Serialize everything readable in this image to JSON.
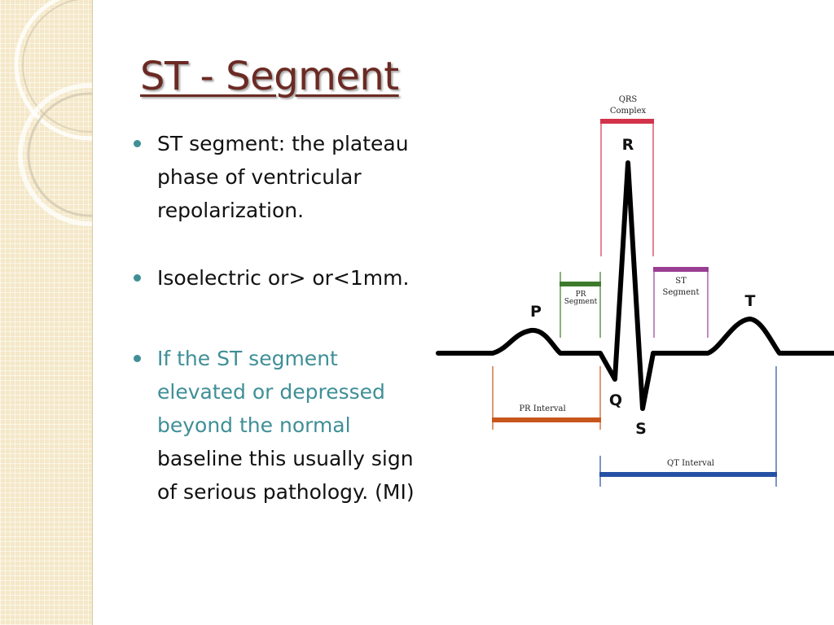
{
  "slide": {
    "title": "ST - Segment"
  },
  "bullets": [
    {
      "text": "ST segment: the plateau phase of ventricular repolarization."
    },
    {
      "text": "Isoelectric or> or<1mm."
    },
    {
      "highlight": "If the ST segment elevated or depressed beyond the normal",
      "rest": "baseline this usually sign of serious pathology. (MI)"
    }
  ],
  "ecg_diagram": {
    "wave_labels": {
      "p": "P",
      "q": "Q",
      "r": "R",
      "s": "S",
      "t": "T"
    },
    "qrs_complex": [
      "QRS",
      "Complex"
    ],
    "pr_segment": [
      "PR",
      "Segment"
    ],
    "st_segment": [
      "ST",
      "Segment"
    ],
    "pr_interval": "PR Interval",
    "qt_interval": "QT Interval",
    "colors": {
      "qrs": "#d2334a",
      "pr_segment": "#3e7a2c",
      "st_segment": "#9a3e94",
      "pr_interval": "#c8561c",
      "qt_interval": "#2650a4",
      "trace": "#000000"
    }
  },
  "theme": {
    "title_color": "#6b2a23",
    "accent_teal": "#3f8f97",
    "panel_color": "#f4e8c8"
  }
}
